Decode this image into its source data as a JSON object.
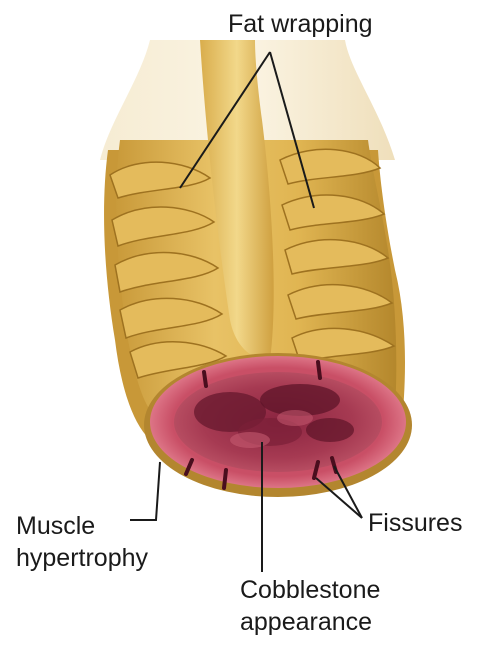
{
  "labels": {
    "fat_wrapping": "Fat wrapping",
    "muscle_hypertrophy": [
      "Muscle",
      "hypertrophy"
    ],
    "fissures": "Fissures",
    "cobblestone_appearance": [
      "Cobblestone",
      "appearance"
    ]
  },
  "colors": {
    "fat": "#e0b552",
    "fat_dark": "#a87a22",
    "fat_light": "#f2d88a",
    "background_tube": "#f3e6c8",
    "muscle_ring": "#d96a7c",
    "mucosa": "#a63a52",
    "lumen_dark": "#5e1428",
    "leader_line": "#1a1a1a"
  }
}
